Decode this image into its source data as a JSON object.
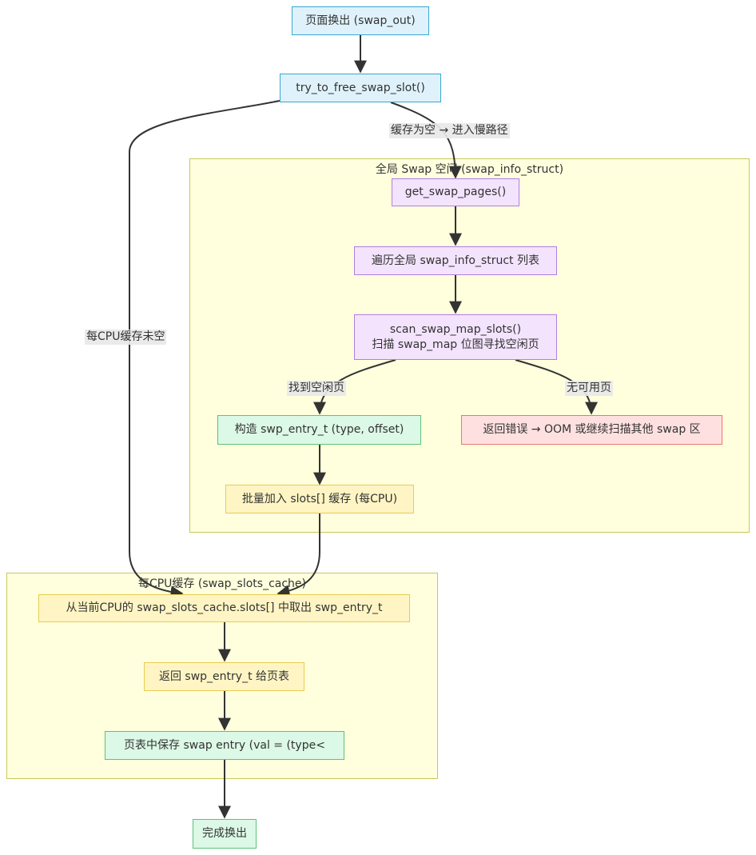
{
  "colors": {
    "blue_fill": "#dff2fb",
    "purple_fill": "#f3e3fc",
    "green_fill": "#dcf8e6",
    "yellow_fill": "#fff5c4",
    "red_fill": "#ffe0e0",
    "cluster_fill": "#ffffde",
    "edge": "#333333"
  },
  "clusters": {
    "global": {
      "title": "全局 Swap 空间 (swap_info_struct)"
    },
    "percpu": {
      "title": "每CPU缓存 (swap_slots_cache)"
    }
  },
  "nodes": {
    "swap_out": "页面换出 (swap_out)",
    "try_free": "try_to_free_swap_slot()",
    "get_pages": "get_swap_pages()",
    "traverse": "遍历全局 swap_info_struct 列表",
    "scan_line1": "scan_swap_map_slots()",
    "scan_line2": "扫描 swap_map 位图寻找空闲页",
    "construct": "构造 swp_entry_t (type, offset)",
    "error": "返回错误 → OOM 或继续扫描其他 swap 区",
    "batch": "批量加入 slots[] 缓存 (每CPU)",
    "take": "从当前CPU的 swap_slots_cache.slots[] 中取出 swp_entry_t",
    "return_entry": "返回 swp_entry_t 给页表",
    "save": "页表中保存 swap entry (val = (type<",
    "done": "完成换出"
  },
  "edge_labels": {
    "empty_cache": "缓存为空 → 进入慢路径",
    "percpu_not_empty": "每CPU缓存未空",
    "found": "找到空闲页",
    "none": "无可用页"
  }
}
